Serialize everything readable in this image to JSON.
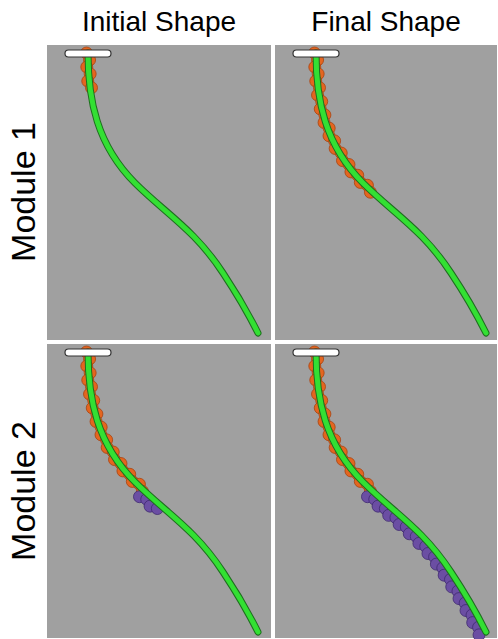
{
  "diagram": {
    "labels": [
      "Initial Shape",
      "Final Shape",
      "Module 1",
      "Module 2"
    ]
  }
}
